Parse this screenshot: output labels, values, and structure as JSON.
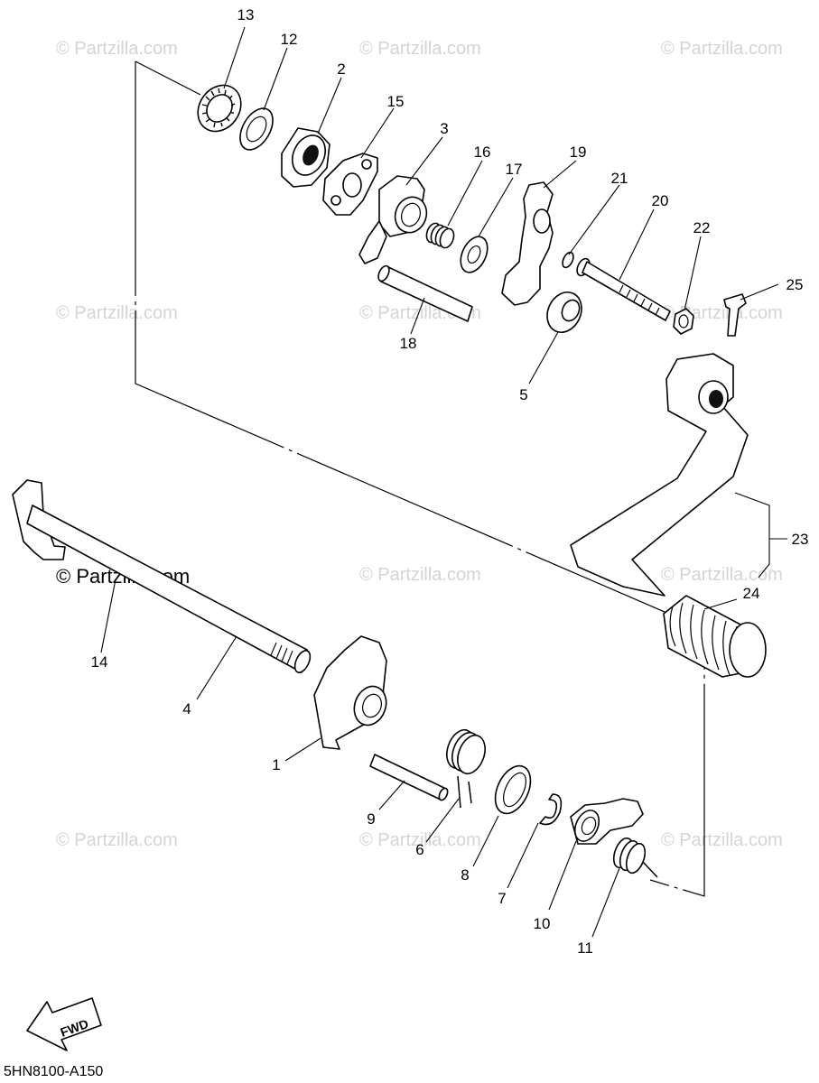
{
  "watermark": {
    "text": "© Partzilla.com",
    "prominent_text": "© Partzilla.com"
  },
  "callouts": [
    "1",
    "2",
    "3",
    "4",
    "5",
    "6",
    "7",
    "8",
    "9",
    "10",
    "11",
    "12",
    "13",
    "14",
    "15",
    "16",
    "17",
    "18",
    "19",
    "20",
    "21",
    "22",
    "23",
    "24",
    "25"
  ],
  "diagram_code": "5HN8100-A150",
  "fwd_label": "FWD"
}
